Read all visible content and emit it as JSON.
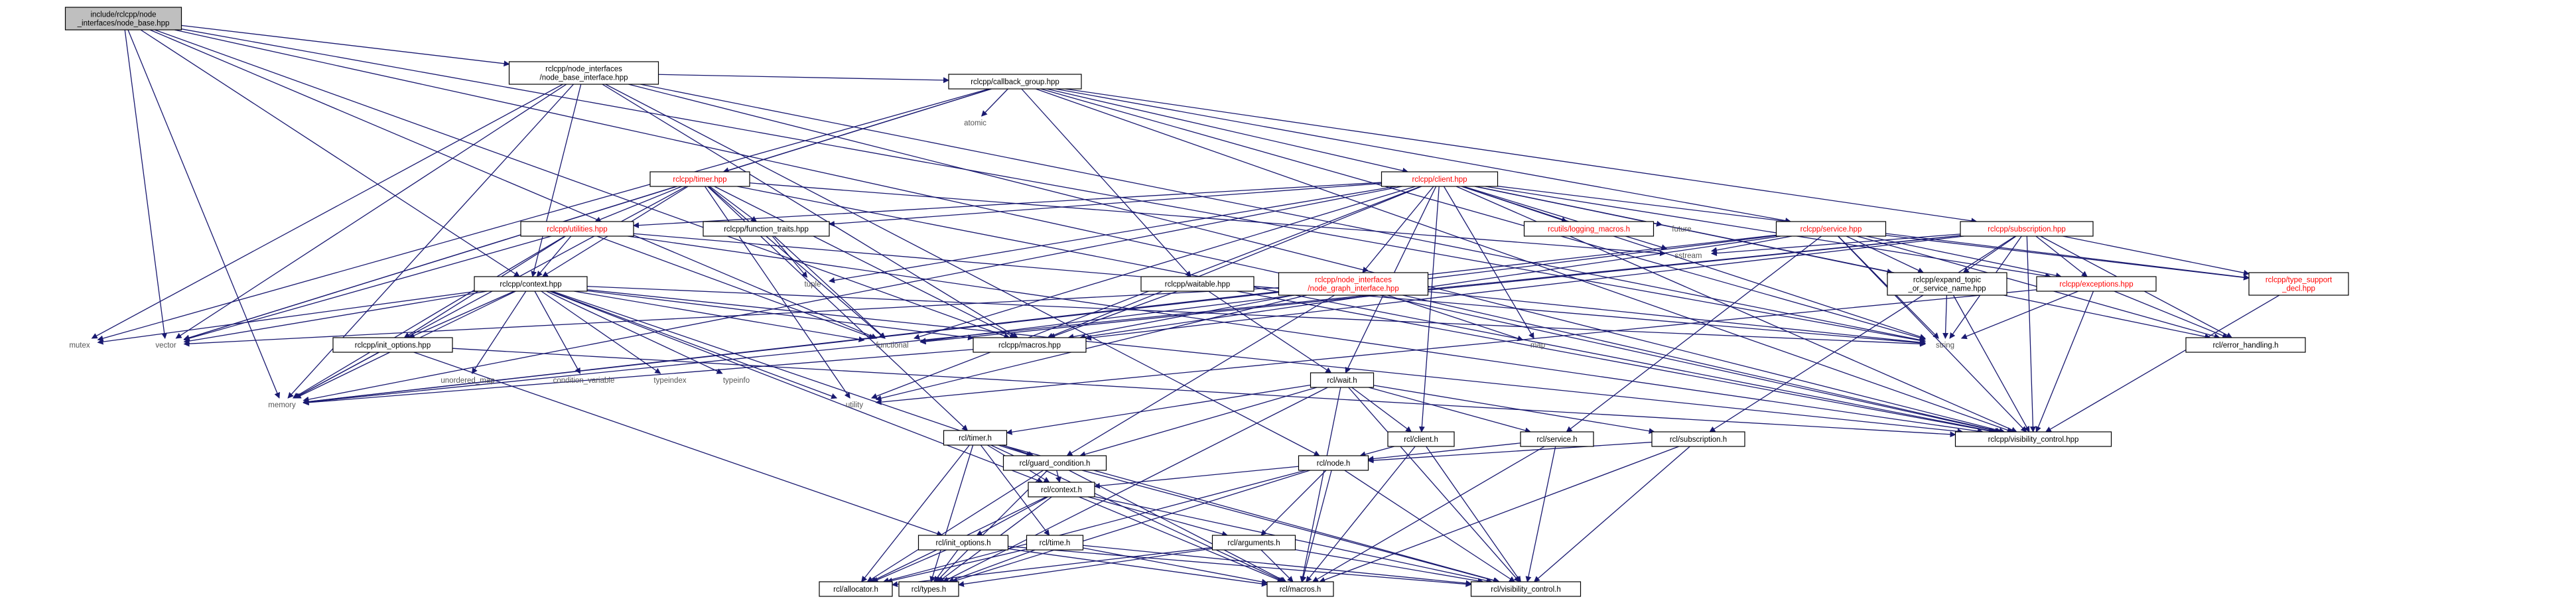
{
  "graph": {
    "nodes": [
      {
        "id": "root",
        "lines": [
          "include/rclcpp/node",
          "_interfaces/node_base.hpp"
        ],
        "style": "root"
      },
      {
        "id": "nbi",
        "lines": [
          "rclcpp/node_interfaces",
          "/node_base_interface.hpp"
        ],
        "style": "box"
      },
      {
        "id": "cbg",
        "lines": [
          "rclcpp/callback_group.hpp"
        ],
        "style": "box"
      },
      {
        "id": "atomic",
        "lines": [
          "atomic"
        ],
        "style": "plain"
      },
      {
        "id": "client_hpp",
        "lines": [
          "rclcpp/client.hpp"
        ],
        "style": "red"
      },
      {
        "id": "timer_hpp",
        "lines": [
          "rclcpp/timer.hpp"
        ],
        "style": "red"
      },
      {
        "id": "service_hpp",
        "lines": [
          "rclcpp/service.hpp"
        ],
        "style": "red"
      },
      {
        "id": "subscription_hpp",
        "lines": [
          "rclcpp/subscription.hpp"
        ],
        "style": "red"
      },
      {
        "id": "logging",
        "lines": [
          "rcutils/logging_macros.h"
        ],
        "style": "red"
      },
      {
        "id": "future",
        "lines": [
          "future"
        ],
        "style": "plain"
      },
      {
        "id": "utilities",
        "lines": [
          "rclcpp/utilities.hpp"
        ],
        "style": "red"
      },
      {
        "id": "function_traits",
        "lines": [
          "rclcpp/function_traits.hpp"
        ],
        "style": "box"
      },
      {
        "id": "tuple",
        "lines": [
          "tuple"
        ],
        "style": "plain"
      },
      {
        "id": "sstream",
        "lines": [
          "sstream"
        ],
        "style": "plain"
      },
      {
        "id": "context_hpp",
        "lines": [
          "rclcpp/context.hpp"
        ],
        "style": "box"
      },
      {
        "id": "ngi",
        "lines": [
          "rclcpp/node_interfaces",
          "/node_graph_interface.hpp"
        ],
        "style": "red"
      },
      {
        "id": "waitable",
        "lines": [
          "rclcpp/waitable.hpp"
        ],
        "style": "box"
      },
      {
        "id": "expand_topic",
        "lines": [
          "rclcpp/expand_topic",
          "_or_service_name.hpp"
        ],
        "style": "box"
      },
      {
        "id": "exceptions",
        "lines": [
          "rclcpp/exceptions.hpp"
        ],
        "style": "red"
      },
      {
        "id": "type_support",
        "lines": [
          "rclcpp/type_support",
          "_decl.hpp"
        ],
        "style": "red"
      },
      {
        "id": "mutex",
        "lines": [
          "mutex"
        ],
        "style": "plain"
      },
      {
        "id": "vector",
        "lines": [
          "vector"
        ],
        "style": "plain"
      },
      {
        "id": "memory",
        "lines": [
          "memory"
        ],
        "style": "plain"
      },
      {
        "id": "init_options_hpp",
        "lines": [
          "rclcpp/init_options.hpp"
        ],
        "style": "box"
      },
      {
        "id": "unordered_map",
        "lines": [
          "unordered_map"
        ],
        "style": "plain"
      },
      {
        "id": "condition_variable",
        "lines": [
          "condition_variable"
        ],
        "style": "plain"
      },
      {
        "id": "typeindex",
        "lines": [
          "typeindex"
        ],
        "style": "plain"
      },
      {
        "id": "typeinfo",
        "lines": [
          "typeinfo"
        ],
        "style": "plain"
      },
      {
        "id": "functional",
        "lines": [
          "functional"
        ],
        "style": "plain"
      },
      {
        "id": "macros_hpp",
        "lines": [
          "rclcpp/macros.hpp"
        ],
        "style": "box"
      },
      {
        "id": "map",
        "lines": [
          "map"
        ],
        "style": "plain"
      },
      {
        "id": "string",
        "lines": [
          "string"
        ],
        "style": "plain"
      },
      {
        "id": "error_handling",
        "lines": [
          "rcl/error_handling.h"
        ],
        "style": "box"
      },
      {
        "id": "wait_h",
        "lines": [
          "rcl/wait.h"
        ],
        "style": "box"
      },
      {
        "id": "utility",
        "lines": [
          "utility"
        ],
        "style": "plain"
      },
      {
        "id": "timer_h",
        "lines": [
          "rcl/timer.h"
        ],
        "style": "box"
      },
      {
        "id": "client_h",
        "lines": [
          "rcl/client.h"
        ],
        "style": "box"
      },
      {
        "id": "service_h",
        "lines": [
          "rcl/service.h"
        ],
        "style": "box"
      },
      {
        "id": "subscription_h",
        "lines": [
          "rcl/subscription.h"
        ],
        "style": "box"
      },
      {
        "id": "vis_hpp",
        "lines": [
          "rclcpp/visibility_control.hpp"
        ],
        "style": "box"
      },
      {
        "id": "guard",
        "lines": [
          "rcl/guard_condition.h"
        ],
        "style": "box"
      },
      {
        "id": "node_h",
        "lines": [
          "rcl/node.h"
        ],
        "style": "box"
      },
      {
        "id": "context_h",
        "lines": [
          "rcl/context.h"
        ],
        "style": "box"
      },
      {
        "id": "init_options_h",
        "lines": [
          "rcl/init_options.h"
        ],
        "style": "box"
      },
      {
        "id": "time_h",
        "lines": [
          "rcl/time.h"
        ],
        "style": "box"
      },
      {
        "id": "arguments_h",
        "lines": [
          "rcl/arguments.h"
        ],
        "style": "box"
      },
      {
        "id": "allocator_h",
        "lines": [
          "rcl/allocator.h"
        ],
        "style": "box"
      },
      {
        "id": "types_h",
        "lines": [
          "rcl/types.h"
        ],
        "style": "box"
      },
      {
        "id": "macros_h",
        "lines": [
          "rcl/macros.h"
        ],
        "style": "box"
      },
      {
        "id": "vis_h",
        "lines": [
          "rcl/visibility_control.h"
        ],
        "style": "box"
      }
    ],
    "edges": [
      [
        "root",
        "nbi"
      ],
      [
        "root",
        "context_hpp"
      ],
      [
        "root",
        "macros_hpp"
      ],
      [
        "root",
        "vis_hpp"
      ],
      [
        "root",
        "memory"
      ],
      [
        "root",
        "vector"
      ],
      [
        "root",
        "string"
      ],
      [
        "root",
        "functional"
      ],
      [
        "nbi",
        "cbg"
      ],
      [
        "nbi",
        "context_hpp"
      ],
      [
        "nbi",
        "macros_hpp"
      ],
      [
        "nbi",
        "vis_hpp"
      ],
      [
        "nbi",
        "node_h"
      ],
      [
        "nbi",
        "memory"
      ],
      [
        "nbi",
        "vector"
      ],
      [
        "nbi",
        "mutex"
      ],
      [
        "nbi",
        "string"
      ],
      [
        "cbg",
        "atomic"
      ],
      [
        "cbg",
        "client_hpp"
      ],
      [
        "cbg",
        "timer_hpp"
      ],
      [
        "cbg",
        "service_hpp"
      ],
      [
        "cbg",
        "subscription_hpp"
      ],
      [
        "cbg",
        "waitable"
      ],
      [
        "cbg",
        "vis_hpp"
      ],
      [
        "cbg",
        "mutex"
      ],
      [
        "cbg",
        "vector"
      ],
      [
        "cbg",
        "string"
      ],
      [
        "client_hpp",
        "logging"
      ],
      [
        "client_hpp",
        "future"
      ],
      [
        "client_hpp",
        "utilities"
      ],
      [
        "client_hpp",
        "function_traits"
      ],
      [
        "client_hpp",
        "tuple"
      ],
      [
        "client_hpp",
        "sstream"
      ],
      [
        "client_hpp",
        "ngi"
      ],
      [
        "client_hpp",
        "expand_topic"
      ],
      [
        "client_hpp",
        "exceptions"
      ],
      [
        "client_hpp",
        "type_support"
      ],
      [
        "client_hpp",
        "macros_hpp"
      ],
      [
        "client_hpp",
        "vis_hpp"
      ],
      [
        "client_hpp",
        "error_handling"
      ],
      [
        "client_hpp",
        "wait_h"
      ],
      [
        "client_hpp",
        "client_h"
      ],
      [
        "client_hpp",
        "map"
      ],
      [
        "client_hpp",
        "string"
      ],
      [
        "client_hpp",
        "utility"
      ],
      [
        "client_hpp",
        "memory"
      ],
      [
        "client_hpp",
        "functional"
      ],
      [
        "timer_hpp",
        "utilities"
      ],
      [
        "timer_hpp",
        "function_traits"
      ],
      [
        "timer_hpp",
        "context_hpp"
      ],
      [
        "timer_hpp",
        "macros_hpp"
      ],
      [
        "timer_hpp",
        "vis_hpp"
      ],
      [
        "timer_hpp",
        "timer_h"
      ],
      [
        "timer_hpp",
        "sstream"
      ],
      [
        "timer_hpp",
        "memory"
      ],
      [
        "timer_hpp",
        "utility"
      ],
      [
        "timer_hpp",
        "functional"
      ],
      [
        "timer_hpp",
        "vector"
      ],
      [
        "utilities",
        "context_hpp"
      ],
      [
        "utilities",
        "init_options_hpp"
      ],
      [
        "utilities",
        "vis_hpp"
      ],
      [
        "utilities",
        "memory"
      ],
      [
        "utilities",
        "vector"
      ],
      [
        "utilities",
        "functional"
      ],
      [
        "utilities",
        "string"
      ],
      [
        "function_traits",
        "tuple"
      ],
      [
        "function_traits",
        "functional"
      ],
      [
        "context_hpp",
        "init_options_hpp"
      ],
      [
        "context_hpp",
        "macros_hpp"
      ],
      [
        "context_hpp",
        "vis_hpp"
      ],
      [
        "context_hpp",
        "context_h"
      ],
      [
        "context_hpp",
        "guard"
      ],
      [
        "context_hpp",
        "unordered_map"
      ],
      [
        "context_hpp",
        "condition_variable"
      ],
      [
        "context_hpp",
        "typeindex"
      ],
      [
        "context_hpp",
        "typeinfo"
      ],
      [
        "context_hpp",
        "functional"
      ],
      [
        "context_hpp",
        "mutex"
      ],
      [
        "context_hpp",
        "memory"
      ],
      [
        "context_hpp",
        "vector"
      ],
      [
        "context_hpp",
        "string"
      ],
      [
        "context_hpp",
        "utility"
      ],
      [
        "init_options_hpp",
        "init_options_h"
      ],
      [
        "init_options_hpp",
        "memory"
      ],
      [
        "init_options_hpp",
        "vis_hpp"
      ],
      [
        "service_hpp",
        "expand_topic"
      ],
      [
        "service_hpp",
        "exceptions"
      ],
      [
        "service_hpp",
        "type_support"
      ],
      [
        "service_hpp",
        "macros_hpp"
      ],
      [
        "service_hpp",
        "vis_hpp"
      ],
      [
        "service_hpp",
        "error_handling"
      ],
      [
        "service_hpp",
        "service_h"
      ],
      [
        "service_hpp",
        "sstream"
      ],
      [
        "service_hpp",
        "string"
      ],
      [
        "service_hpp",
        "memory"
      ],
      [
        "service_hpp",
        "functional"
      ],
      [
        "subscription_hpp",
        "expand_topic"
      ],
      [
        "subscription_hpp",
        "exceptions"
      ],
      [
        "subscription_hpp",
        "type_support"
      ],
      [
        "subscription_hpp",
        "macros_hpp"
      ],
      [
        "subscription_hpp",
        "vis_hpp"
      ],
      [
        "subscription_hpp",
        "error_handling"
      ],
      [
        "subscription_hpp",
        "subscription_h"
      ],
      [
        "subscription_hpp",
        "string"
      ],
      [
        "subscription_hpp",
        "sstream"
      ],
      [
        "subscription_hpp",
        "memory"
      ],
      [
        "subscription_hpp",
        "functional"
      ],
      [
        "ngi",
        "macros_hpp"
      ],
      [
        "ngi",
        "vis_hpp"
      ],
      [
        "ngi",
        "guard"
      ],
      [
        "ngi",
        "map"
      ],
      [
        "ngi",
        "string"
      ],
      [
        "ngi",
        "utility"
      ],
      [
        "ngi",
        "memory"
      ],
      [
        "ngi",
        "vector"
      ],
      [
        "waitable",
        "macros_hpp"
      ],
      [
        "waitable",
        "vis_hpp"
      ],
      [
        "waitable",
        "wait_h"
      ],
      [
        "expand_topic",
        "string"
      ],
      [
        "expand_topic",
        "vis_hpp"
      ],
      [
        "exceptions",
        "error_handling"
      ],
      [
        "exceptions",
        "vis_hpp"
      ],
      [
        "exceptions",
        "string"
      ],
      [
        "exceptions",
        "utility"
      ],
      [
        "type_support",
        "vis_hpp"
      ],
      [
        "macros_hpp",
        "memory"
      ],
      [
        "wait_h",
        "timer_h"
      ],
      [
        "wait_h",
        "client_h"
      ],
      [
        "wait_h",
        "service_h"
      ],
      [
        "wait_h",
        "subscription_h"
      ],
      [
        "wait_h",
        "guard"
      ],
      [
        "wait_h",
        "macros_h"
      ],
      [
        "wait_h",
        "vis_h"
      ],
      [
        "wait_h",
        "types_h"
      ],
      [
        "timer_h",
        "guard"
      ],
      [
        "timer_h",
        "context_h"
      ],
      [
        "timer_h",
        "time_h"
      ],
      [
        "timer_h",
        "allocator_h"
      ],
      [
        "timer_h",
        "types_h"
      ],
      [
        "timer_h",
        "macros_h"
      ],
      [
        "timer_h",
        "vis_h"
      ],
      [
        "client_h",
        "node_h"
      ],
      [
        "client_h",
        "macros_h"
      ],
      [
        "client_h",
        "vis_h"
      ],
      [
        "service_h",
        "node_h"
      ],
      [
        "service_h",
        "macros_h"
      ],
      [
        "service_h",
        "vis_h"
      ],
      [
        "subscription_h",
        "node_h"
      ],
      [
        "subscription_h",
        "macros_h"
      ],
      [
        "subscription_h",
        "vis_h"
      ],
      [
        "guard",
        "context_h"
      ],
      [
        "guard",
        "allocator_h"
      ],
      [
        "guard",
        "types_h"
      ],
      [
        "guard",
        "macros_h"
      ],
      [
        "guard",
        "vis_h"
      ],
      [
        "node_h",
        "context_h"
      ],
      [
        "node_h",
        "arguments_h"
      ],
      [
        "node_h",
        "allocator_h"
      ],
      [
        "node_h",
        "types_h"
      ],
      [
        "node_h",
        "macros_h"
      ],
      [
        "node_h",
        "vis_h"
      ],
      [
        "context_h",
        "init_options_h"
      ],
      [
        "context_h",
        "arguments_h"
      ],
      [
        "context_h",
        "allocator_h"
      ],
      [
        "context_h",
        "types_h"
      ],
      [
        "context_h",
        "macros_h"
      ],
      [
        "context_h",
        "vis_h"
      ],
      [
        "init_options_h",
        "allocator_h"
      ],
      [
        "init_options_h",
        "types_h"
      ],
      [
        "init_options_h",
        "macros_h"
      ],
      [
        "init_options_h",
        "vis_h"
      ],
      [
        "time_h",
        "allocator_h"
      ],
      [
        "time_h",
        "types_h"
      ],
      [
        "time_h",
        "macros_h"
      ],
      [
        "time_h",
        "vis_h"
      ],
      [
        "arguments_h",
        "allocator_h"
      ],
      [
        "arguments_h",
        "types_h"
      ],
      [
        "arguments_h",
        "macros_h"
      ],
      [
        "arguments_h",
        "vis_h"
      ]
    ]
  }
}
